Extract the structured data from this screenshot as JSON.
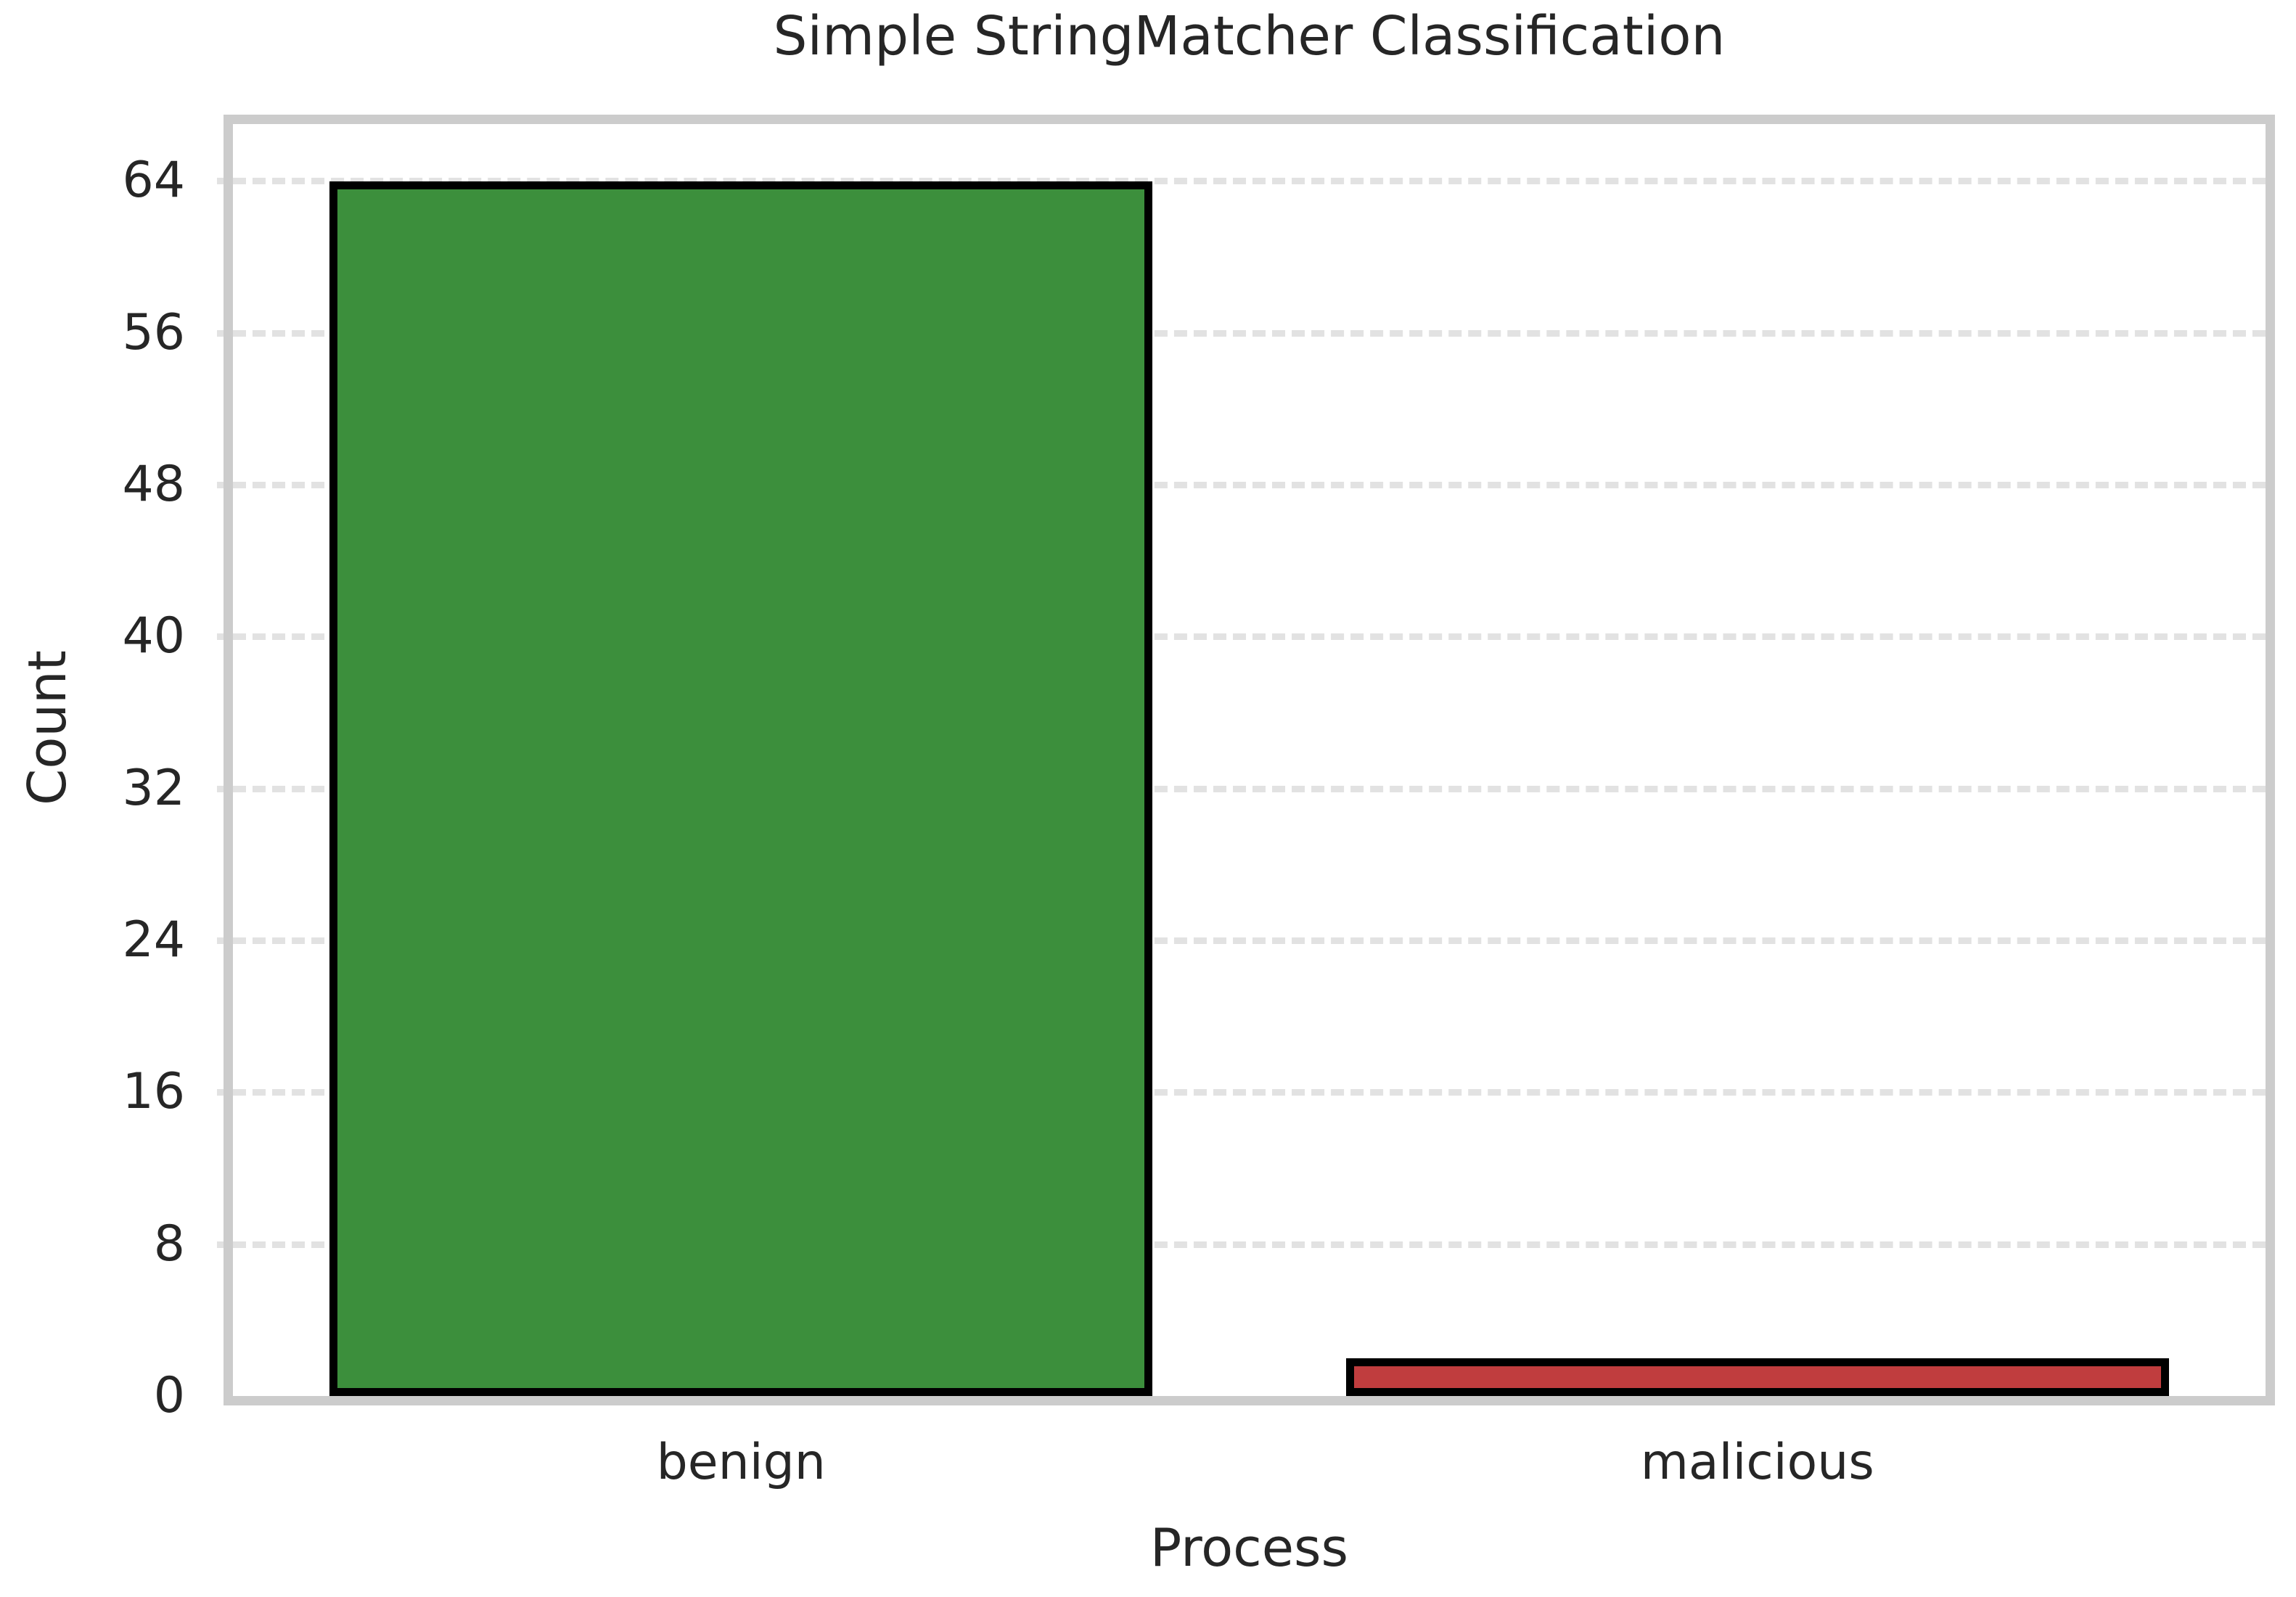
{
  "chart_data": {
    "type": "bar",
    "title": "Simple StringMatcher Classification",
    "xlabel": "Process",
    "ylabel": "Count",
    "categories": [
      "benign",
      "malicious"
    ],
    "values": [
      64,
      2
    ],
    "series": [
      {
        "name": "Count",
        "values": [
          64,
          2
        ]
      }
    ],
    "bar_colors": [
      "#3c8f3c",
      "#c03d3e"
    ],
    "bar_edge_color": "#000000",
    "ylim": [
      0,
      67
    ],
    "yticks": [
      0,
      8,
      16,
      24,
      32,
      40,
      48,
      56,
      64
    ],
    "ytick_labels": [
      "0",
      "8",
      "16",
      "24",
      "32",
      "40",
      "48",
      "56",
      "64"
    ],
    "grid": true,
    "grid_axis": "y",
    "grid_color": "#e2e2e2",
    "grid_linestyle": "dashed",
    "legend": false,
    "spine_color": "#cccccc",
    "background": "#ffffff"
  },
  "axis": {
    "y_ticks": [
      {
        "label": "64",
        "value": 64
      },
      {
        "label": "56",
        "value": 56
      },
      {
        "label": "48",
        "value": 48
      },
      {
        "label": "40",
        "value": 40
      },
      {
        "label": "32",
        "value": 32
      },
      {
        "label": "24",
        "value": 24
      },
      {
        "label": "16",
        "value": 16
      },
      {
        "label": "8",
        "value": 8
      },
      {
        "label": "0",
        "value": 0
      }
    ],
    "x_ticks": [
      {
        "label": "benign"
      },
      {
        "label": "malicious"
      }
    ]
  }
}
